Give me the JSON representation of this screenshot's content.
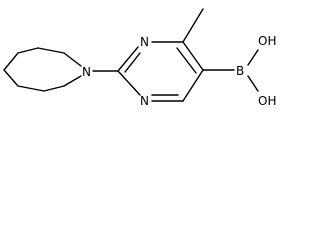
{
  "molecule": {
    "atoms": {
      "n_top": "N",
      "n_bottom": "N",
      "n_piperidine": "N",
      "b": "B",
      "oh_top": "OH",
      "oh_bottom": "OH"
    }
  }
}
